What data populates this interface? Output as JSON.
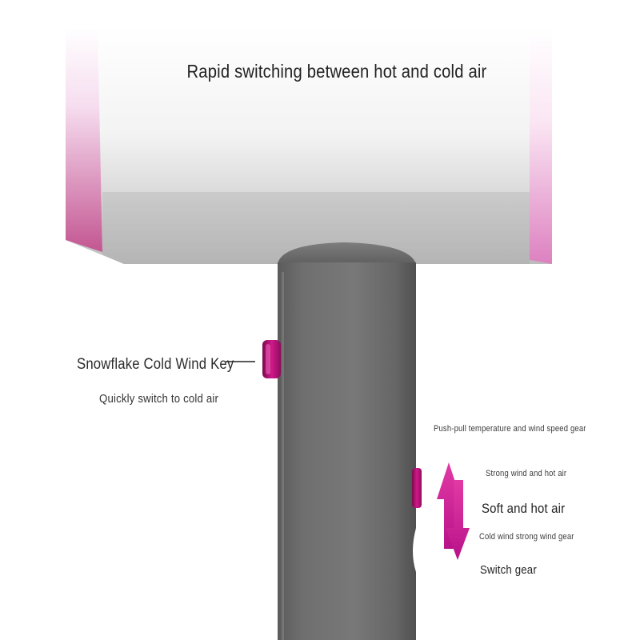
{
  "headline": "Rapid switching between hot and cold air",
  "cold_key": {
    "title": "Snowflake Cold Wind Key",
    "subtitle": "Quickly switch to cold air"
  },
  "gear": {
    "caption": "Push-pull temperature and wind speed gear",
    "options": [
      "Strong wind and hot air",
      "Soft and hot air",
      "Cold wind strong wind gear"
    ],
    "switch_label": "Switch gear"
  },
  "colors": {
    "accent": "#c4147f",
    "body_gray": "#6a6a6a",
    "head_white": "#f2f2f2",
    "pink_rim": "#e9a6d3"
  },
  "icons": {
    "cold_key_button": "magenta-button-icon",
    "gear_slider": "magenta-slider-icon",
    "switch_arrows": "up-down-arrows-icon"
  }
}
